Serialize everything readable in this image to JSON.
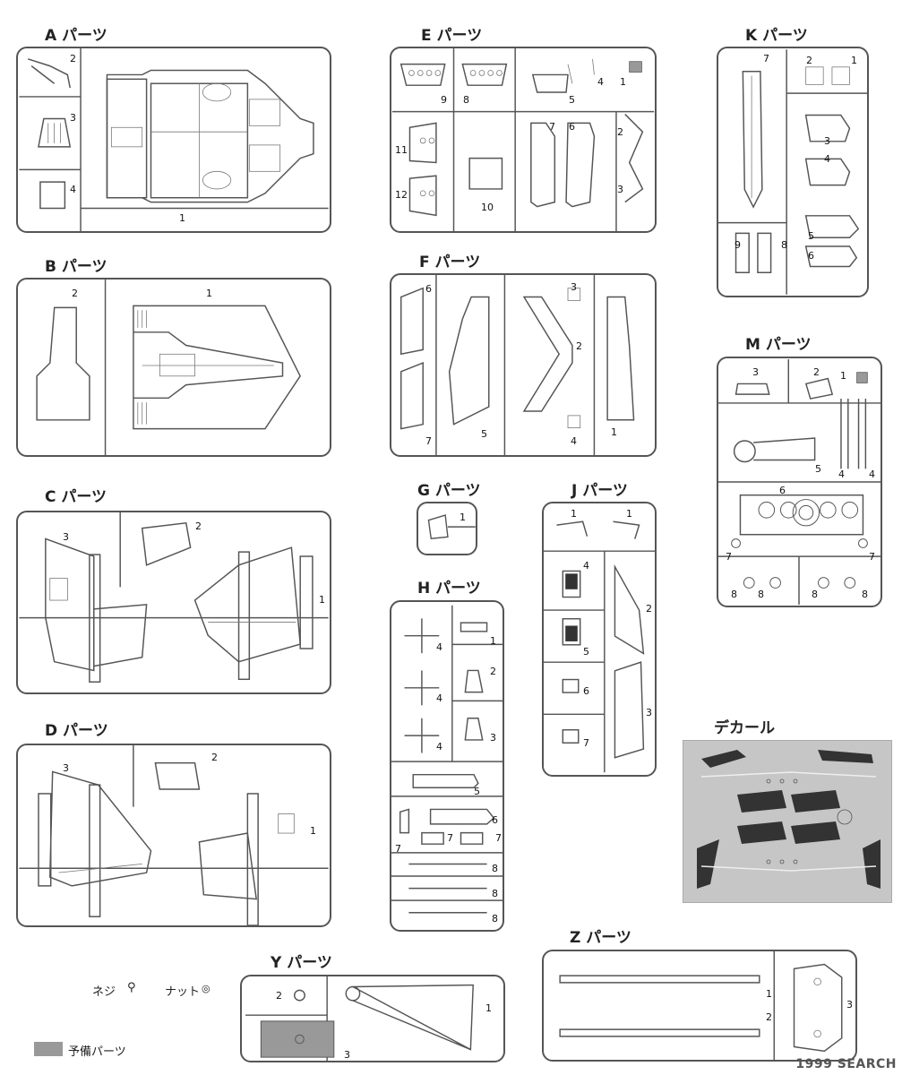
{
  "titles": {
    "A": "A パーツ",
    "B": "B パーツ",
    "C": "C パーツ",
    "D": "D パーツ",
    "E": "E パーツ",
    "F": "F パーツ",
    "G": "G パーツ",
    "H": "H パーツ",
    "J": "J パーツ",
    "K": "K パーツ",
    "M": "M パーツ",
    "Y": "Y パーツ",
    "Z": "Z パーツ",
    "decal": "デカール"
  },
  "legend": {
    "screw": "ネジ",
    "nut": "ナット",
    "spare": "予備パーツ"
  },
  "watermark": "1999 SEARCH",
  "colors": {
    "line": "#555555",
    "decal_bg": "#c6c6c6",
    "decal_dark": "#333333",
    "spare_fill": "#999999"
  },
  "numbers": {
    "A": [
      "2",
      "3",
      "4",
      "1"
    ],
    "B": [
      "2",
      "1"
    ],
    "C": [
      "3",
      "2",
      "1"
    ],
    "D": [
      "3",
      "2",
      "1"
    ],
    "E": [
      "9",
      "8",
      "5",
      "4",
      "1",
      "11",
      "12",
      "10",
      "7",
      "6",
      "2",
      "3"
    ],
    "F": [
      "6",
      "7",
      "5",
      "3",
      "2",
      "4",
      "1"
    ],
    "G": [
      "1"
    ],
    "H": [
      "1",
      "4",
      "2",
      "4",
      "3",
      "4",
      "5",
      "6",
      "7",
      "7",
      "7",
      "8",
      "8",
      "8"
    ],
    "J": [
      "1",
      "1",
      "4",
      "5",
      "2",
      "6",
      "3",
      "7"
    ],
    "K": [
      "7",
      "2",
      "1",
      "3",
      "4",
      "9",
      "8",
      "5",
      "6"
    ],
    "M": [
      "3",
      "2",
      "1",
      "5",
      "4",
      "4",
      "6",
      "7",
      "7",
      "8",
      "8",
      "8",
      "8"
    ],
    "Y": [
      "2",
      "1",
      "3"
    ],
    "Z": [
      "1",
      "2",
      "3"
    ]
  }
}
